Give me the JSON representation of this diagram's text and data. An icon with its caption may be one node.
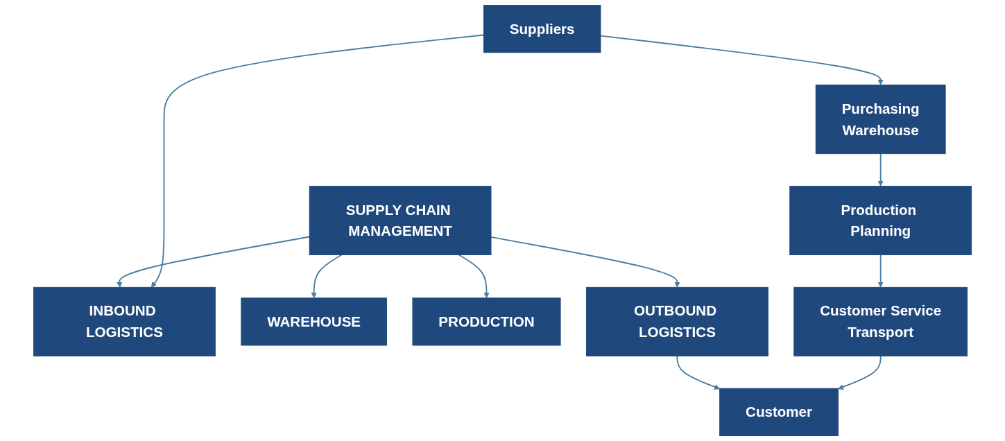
{
  "diagram": {
    "nodes": [
      {
        "text": [
          "SUPPLY CHAIN MANAGEMENT"
        ]
      },
      {
        "text": [
          "INBOUND LOGISTICS"
        ]
      },
      {
        "text": [
          "WAREHOUSE"
        ]
      },
      {
        "text": [
          "PRODUCTION"
        ]
      },
      {
        "text": [
          "OUTBOUND LOGISTICS"
        ]
      },
      {
        "text": [
          "Suppliers"
        ]
      },
      {
        "text": [
          "Purchasing",
          "Warehouse"
        ]
      },
      {
        "text": [
          "Production Planning"
        ]
      },
      {
        "text": [
          "Customer Service",
          "Transport"
        ]
      },
      {
        "text": [
          "Customer"
        ]
      }
    ],
    "edges": [
      {
        "from": 0,
        "to": 1,
        "arrow": "to"
      },
      {
        "from": 0,
        "to": 2,
        "arrow": "to"
      },
      {
        "from": 0,
        "to": 3,
        "arrow": "to"
      },
      {
        "from": 0,
        "to": 4,
        "arrow": "to"
      },
      {
        "from": 5,
        "to": 1,
        "arrow": "to"
      },
      {
        "from": 4,
        "to": 9,
        "arrow": "to"
      },
      {
        "from": 5,
        "to": 6,
        "arrow": "to"
      },
      {
        "from": 6,
        "to": 7,
        "arrow": "to"
      },
      {
        "from": 7,
        "to": 8,
        "arrow": "to"
      },
      {
        "from": 8,
        "to": 9,
        "arrow": "to"
      }
    ]
  }
}
